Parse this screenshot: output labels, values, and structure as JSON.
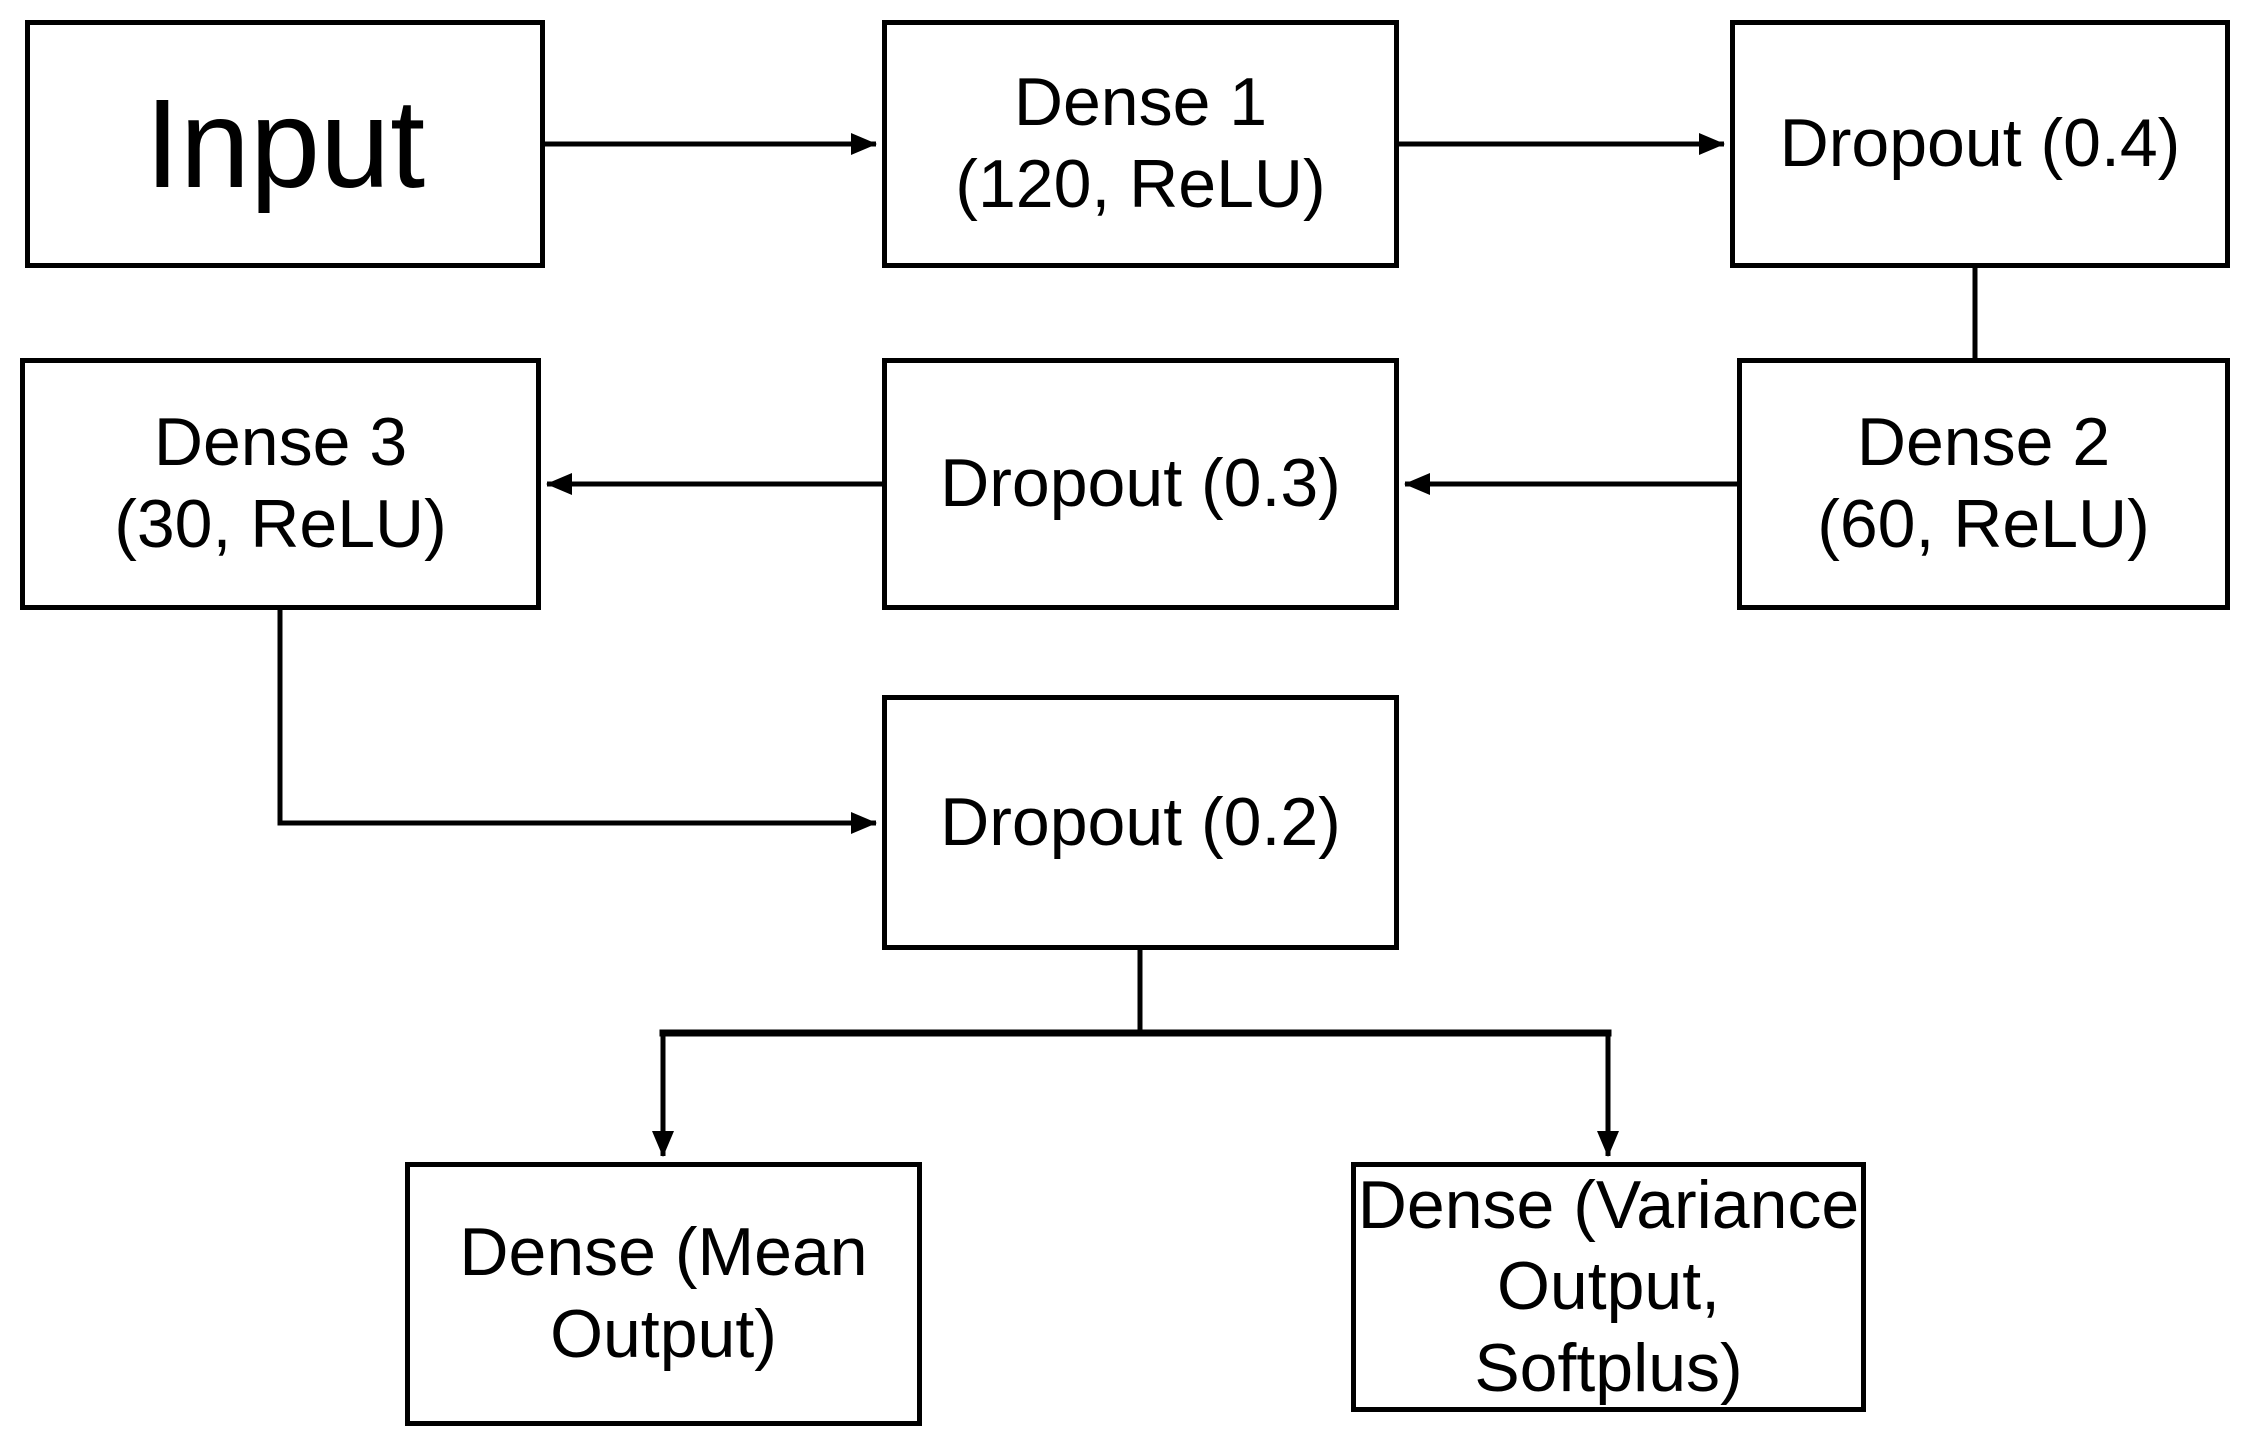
{
  "diagram": {
    "type": "flowchart",
    "colors": {
      "background": "#ffffff",
      "node_fill": "#ffffff",
      "stroke": "#000000",
      "text": "#000000"
    },
    "nodes": {
      "input": {
        "label": "Input"
      },
      "dense1": {
        "label": "Dense 1\n(120, ReLU)"
      },
      "dropout04": {
        "label": "Dropout (0.4)"
      },
      "dense2": {
        "label": "Dense 2\n(60, ReLU)"
      },
      "dropout03": {
        "label": "Dropout (0.3)"
      },
      "dense3": {
        "label": "Dense 3\n(30, ReLU)"
      },
      "dropout02": {
        "label": "Dropout (0.2)"
      },
      "mean_output": {
        "label": "Dense (Mean\nOutput)"
      },
      "variance_output": {
        "label": "Dense (Variance\nOutput,\nSoftplus)"
      }
    },
    "edges": [
      {
        "from": "input",
        "to": "dense1",
        "arrowhead": "end"
      },
      {
        "from": "dense1",
        "to": "dropout04",
        "arrowhead": "end"
      },
      {
        "from": "dropout04",
        "to": "dense2",
        "arrowhead": "none"
      },
      {
        "from": "dense2",
        "to": "dropout03",
        "arrowhead": "end"
      },
      {
        "from": "dropout03",
        "to": "dense3",
        "arrowhead": "end"
      },
      {
        "from": "dense3",
        "to": "dropout02",
        "arrowhead": "end"
      },
      {
        "from": "dropout02",
        "to": "mean_output",
        "arrowhead": "end"
      },
      {
        "from": "dropout02",
        "to": "variance_output",
        "arrowhead": "end"
      }
    ]
  }
}
